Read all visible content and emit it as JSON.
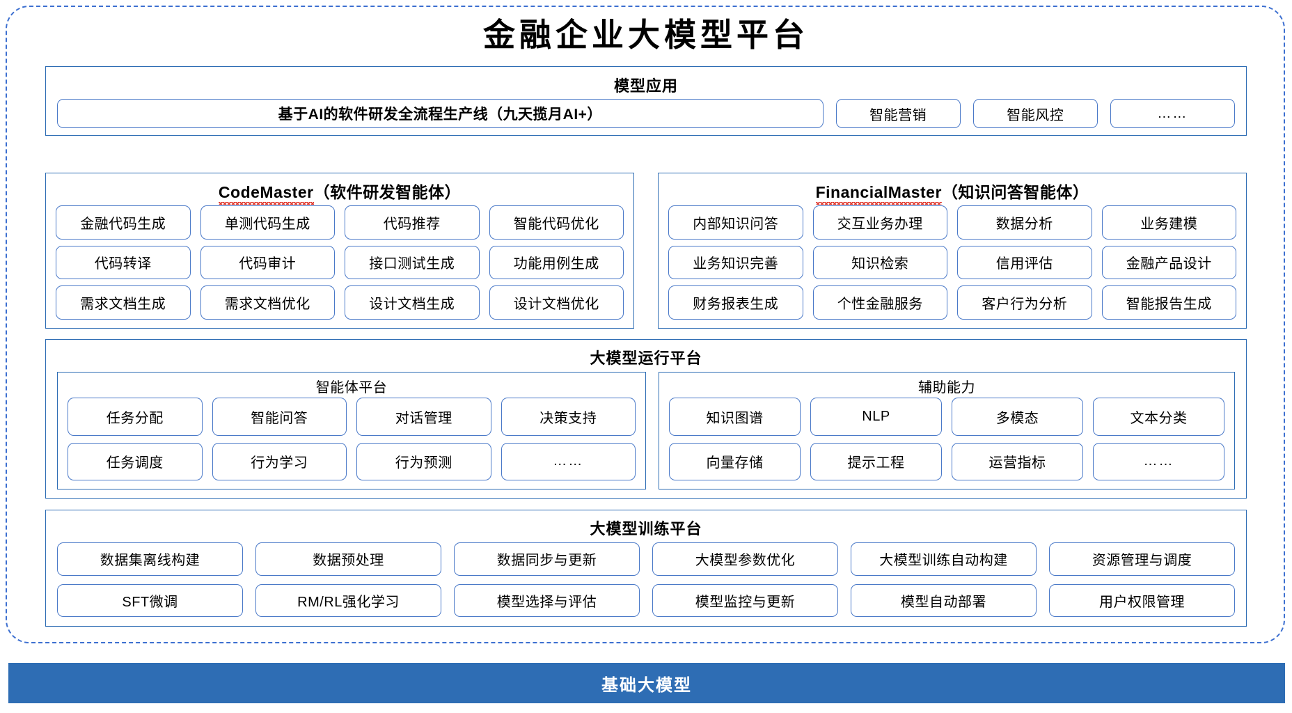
{
  "page": {
    "title": "金融企业大模型平台",
    "accent_blue": "#2E6DB4",
    "chip_border": "#4A79C8",
    "frame_dashed": "#3C6FD0",
    "spellcheck_red": "#E03A2F"
  },
  "model_application": {
    "title": "模型应用",
    "primary_chip": "基于AI的软件研发全流程生产线（九天揽月AI+）",
    "chips": [
      "智能营销",
      "智能风控",
      "……"
    ]
  },
  "code_master": {
    "name": "CodeMaster",
    "suffix": "（软件研发智能体）",
    "chips": [
      "金融代码生成",
      "单测代码生成",
      "代码推荐",
      "智能代码优化",
      "代码转译",
      "代码审计",
      "接口测试生成",
      "功能用例生成",
      "需求文档生成",
      "需求文档优化",
      "设计文档生成",
      "设计文档优化"
    ]
  },
  "financial_master": {
    "name": "FinancialMaster",
    "suffix": "（知识问答智能体）",
    "chips": [
      "内部知识问答",
      "交互业务办理",
      "数据分析",
      "业务建模",
      "业务知识完善",
      "知识检索",
      "信用评估",
      "金融产品设计",
      "财务报表生成",
      "个性金融服务",
      "客户行为分析",
      "智能报告生成"
    ]
  },
  "runtime_platform": {
    "title": "大模型运行平台",
    "agent_platform": {
      "title": "智能体平台",
      "chips": [
        "任务分配",
        "智能问答",
        "对话管理",
        "决策支持",
        "任务调度",
        "行为学习",
        "行为预测",
        "……"
      ]
    },
    "support_capability": {
      "title": "辅助能力",
      "chips": [
        "知识图谱",
        "NLP",
        "多模态",
        "文本分类",
        "向量存储",
        "提示工程",
        "运营指标",
        "……"
      ]
    }
  },
  "training_platform": {
    "title": "大模型训练平台",
    "chips": [
      "数据集离线构建",
      "数据预处理",
      "数据同步与更新",
      "大模型参数优化",
      "大模型训练自动构建",
      "资源管理与调度",
      "SFT微调",
      "RM/RL强化学习",
      "模型选择与评估",
      "模型监控与更新",
      "模型自动部署",
      "用户权限管理"
    ]
  },
  "footer": {
    "label": "基础大模型"
  }
}
